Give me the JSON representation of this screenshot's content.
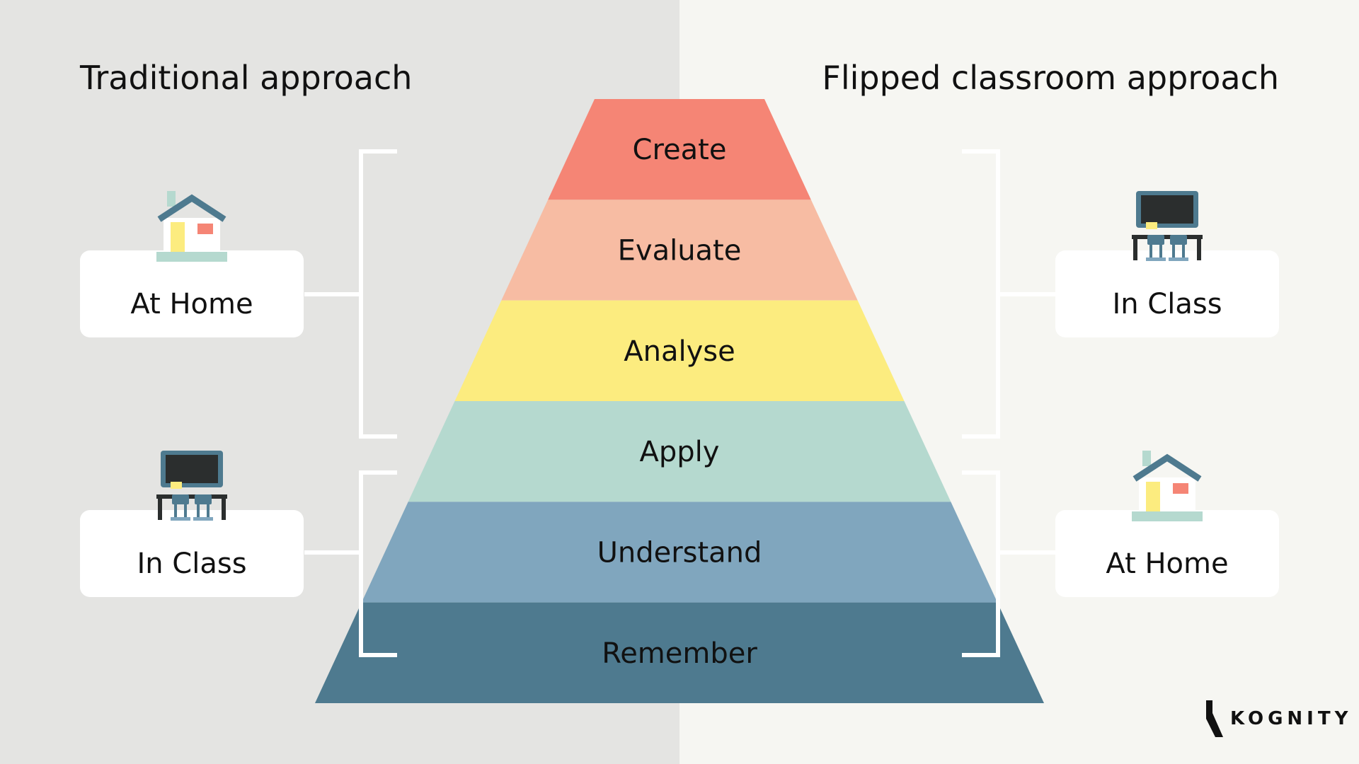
{
  "headings": {
    "left": "Traditional approach",
    "right": "Flipped classroom approach"
  },
  "pyramid": {
    "layers": [
      {
        "label": "Create",
        "color": "#f58575"
      },
      {
        "label": "Evaluate",
        "color": "#f7bca3"
      },
      {
        "label": "Analyse",
        "color": "#fcec7f"
      },
      {
        "label": "Apply",
        "color": "#b5d9cf"
      },
      {
        "label": "Understand",
        "color": "#80a6be"
      },
      {
        "label": "Remember",
        "color": "#4e7a8f"
      }
    ]
  },
  "left_cards": [
    {
      "label": "At Home",
      "icon": "house-icon"
    },
    {
      "label": "In Class",
      "icon": "classroom-icon"
    }
  ],
  "right_cards": [
    {
      "label": "In Class",
      "icon": "classroom-icon"
    },
    {
      "label": "At Home",
      "icon": "house-icon"
    }
  ],
  "brand": {
    "name": "KOGNITY"
  },
  "colors": {
    "left_background": "#e4e4e2",
    "right_background": "#f6f6f2",
    "bracket": "#ffffff",
    "card": "#ffffff"
  }
}
